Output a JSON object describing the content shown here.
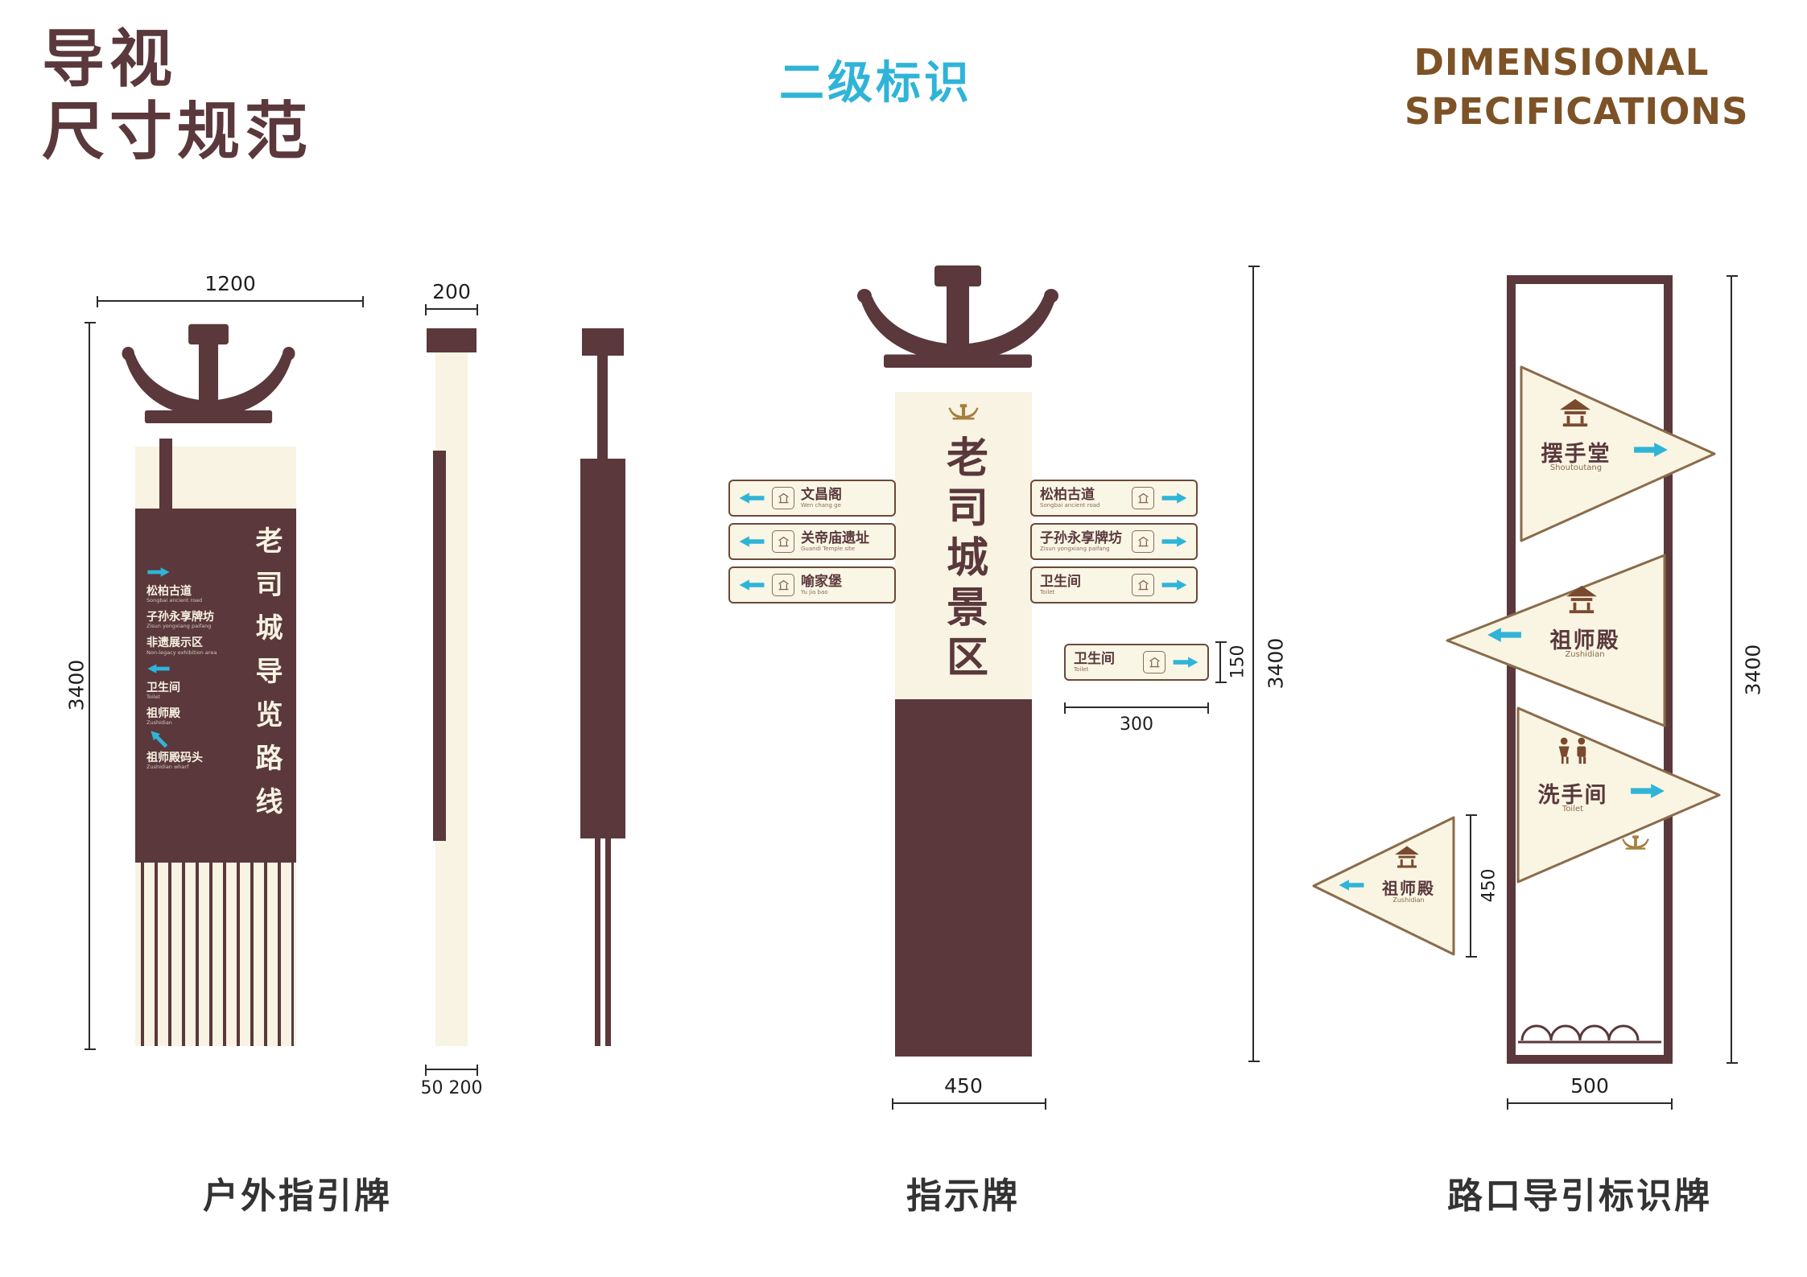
{
  "header": {
    "title_line1": "导视",
    "title_line2": "尺寸规范",
    "center_label": "二级标识",
    "en_line1": "DIMENSIONAL",
    "en_line2": "SPECIFICATIONS"
  },
  "colors": {
    "dark_brown": "#5a383c",
    "cream": "#f8f3e2",
    "cyan": "#2fb4d8",
    "en_brown": "#7d5226",
    "gold": "#a4803c"
  },
  "outdoor_sign": {
    "caption": "户外指引牌",
    "dims": {
      "width": "1200",
      "height": "3400",
      "side_width": "200",
      "side_bottom": "50 200"
    },
    "panel_title": "老司城导览路线",
    "directory": [
      {
        "label": "松柏古道",
        "sub": "Songbai ancient road"
      },
      {
        "label": "子孙永享牌坊",
        "sub": "Zisun yongxiang paifang"
      },
      {
        "label": "非遗展示区",
        "sub": "Non-legacy exhibition area"
      },
      {
        "label": "卫生间",
        "sub": "Toilet"
      },
      {
        "label": "祖师殿",
        "sub": "Zushidian"
      },
      {
        "label": "祖师殿码头",
        "sub": "Zushidian wharf"
      }
    ]
  },
  "direction_sign": {
    "caption": "指示牌",
    "dims": {
      "height": "3400",
      "base_width": "450",
      "blade_width": "300",
      "blade_height": "150"
    },
    "pillar_title": "老司城景区",
    "left_blades": [
      {
        "label": "文昌阁",
        "sub": "Wen chang ge"
      },
      {
        "label": "关帝庙遗址",
        "sub": "Guandi Temple site"
      },
      {
        "label": "喻家堡",
        "sub": "Yu jia bao"
      }
    ],
    "right_blades": [
      {
        "label": "松柏古道",
        "sub": "Songbai ancient road"
      },
      {
        "label": "子孙永享牌坊",
        "sub": "Zisun yongxiang paifang"
      },
      {
        "label": "卫生间",
        "sub": "Toilet"
      }
    ],
    "extra_blade": {
      "label": "卫生间",
      "sub": "Toilet"
    }
  },
  "junction_sign": {
    "caption": "路口导引标识牌",
    "dims": {
      "height": "3400",
      "width": "500",
      "triangle_height": "450"
    },
    "triangles": [
      {
        "label": "摆手堂",
        "sub": "Shoutoutang",
        "dir": "right"
      },
      {
        "label": "祖师殿",
        "sub": "Zushidian",
        "dir": "left"
      },
      {
        "label": "洗手间",
        "sub": "Toilet",
        "dir": "right"
      }
    ],
    "extra_triangle": {
      "label": "祖师殿",
      "sub": "Zushidian",
      "dir": "left"
    }
  }
}
